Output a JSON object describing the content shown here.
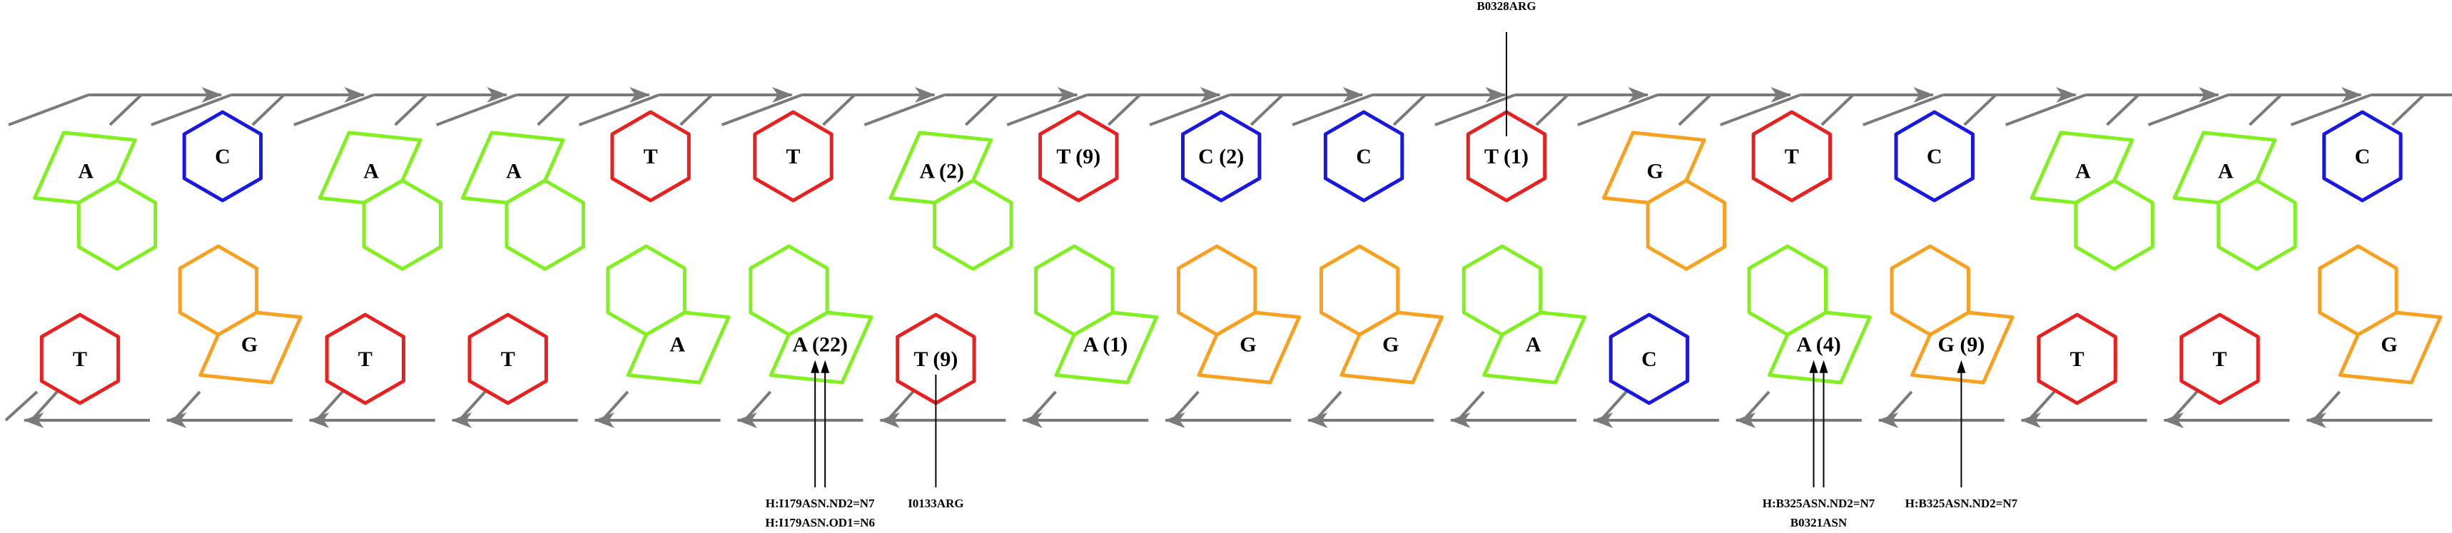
{
  "colors": {
    "A": "#80f020",
    "G": "#f8a020",
    "T": "#e82020",
    "C": "#1818e0",
    "backbone": "#7a7a7a",
    "text": "#000000"
  },
  "icons": {
    "purine": "hexagon-fused-pentagon-icon",
    "pyrimidine": "hexagon-icon",
    "arrow": "arrowhead-icon"
  },
  "strands": {
    "top": [
      {
        "base": "A",
        "label": "A"
      },
      {
        "base": "C",
        "label": "C"
      },
      {
        "base": "A",
        "label": "A"
      },
      {
        "base": "A",
        "label": "A"
      },
      {
        "base": "T",
        "label": "T"
      },
      {
        "base": "T",
        "label": "T"
      },
      {
        "base": "A",
        "label": "A (2)"
      },
      {
        "base": "T",
        "label": "T (9)"
      },
      {
        "base": "C",
        "label": "C (2)"
      },
      {
        "base": "C",
        "label": "C"
      },
      {
        "base": "T",
        "label": "T (1)"
      },
      {
        "base": "G",
        "label": "G"
      },
      {
        "base": "T",
        "label": "T"
      },
      {
        "base": "C",
        "label": "C"
      },
      {
        "base": "A",
        "label": "A"
      },
      {
        "base": "A",
        "label": "A"
      },
      {
        "base": "C",
        "label": "C"
      }
    ],
    "bottom": [
      {
        "base": "T",
        "label": "T"
      },
      {
        "base": "G",
        "label": "G"
      },
      {
        "base": "T",
        "label": "T"
      },
      {
        "base": "T",
        "label": "T"
      },
      {
        "base": "A",
        "label": "A"
      },
      {
        "base": "A",
        "label": "A (22)"
      },
      {
        "base": "T",
        "label": "T (9)"
      },
      {
        "base": "A",
        "label": "A (1)"
      },
      {
        "base": "G",
        "label": "G"
      },
      {
        "base": "G",
        "label": "G"
      },
      {
        "base": "A",
        "label": "A"
      },
      {
        "base": "C",
        "label": "C"
      },
      {
        "base": "A",
        "label": "A (4)"
      },
      {
        "base": "G",
        "label": "G (9)"
      },
      {
        "base": "T",
        "label": "T"
      },
      {
        "base": "T",
        "label": "T"
      },
      {
        "base": "G",
        "label": "G"
      }
    ]
  },
  "annotations": [
    {
      "strand": "top",
      "index": 10,
      "side": "above",
      "arrow": false,
      "lines": 1,
      "labels": [
        "B0328ARG"
      ]
    },
    {
      "strand": "bottom",
      "index": 5,
      "side": "below",
      "arrow": true,
      "lines": 2,
      "labels": [
        "H:I179ASN.ND2=N7",
        "H:I179ASN.OD1=N6"
      ]
    },
    {
      "strand": "bottom",
      "index": 6,
      "side": "below",
      "arrow": false,
      "lines": 1,
      "labels": [
        "I0133ARG"
      ]
    },
    {
      "strand": "bottom",
      "index": 12,
      "side": "below",
      "arrow": true,
      "lines": 2,
      "labels": [
        "H:B325ASN.ND2=N7",
        "B0321ASN"
      ]
    },
    {
      "strand": "bottom",
      "index": 13,
      "side": "below",
      "arrow": true,
      "lines": 1,
      "labels": [
        "H:B325ASN.ND2=N7"
      ]
    }
  ]
}
